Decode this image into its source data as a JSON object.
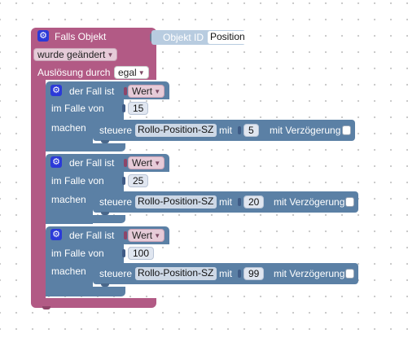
{
  "trigger": {
    "title": "Falls Objekt",
    "object_id_label": "Objekt ID",
    "object_id_value": "Position",
    "change_option": "wurde geändert",
    "trigger_label": "Auslösung durch",
    "trigger_option": "egal"
  },
  "cases": [
    {
      "header": "der Fall ist",
      "value_option": "Wert",
      "when_label": "im Falle von",
      "when_value": "15",
      "do_label": "machen",
      "action_label": "steuere",
      "target": "Rollo-Position-SZ",
      "with_label": "mit",
      "set_value": "5",
      "delay_label": "mit Verzögerung"
    },
    {
      "header": "der Fall ist",
      "value_option": "Wert",
      "when_label": "im Falle von",
      "when_value": "25",
      "do_label": "machen",
      "action_label": "steuere",
      "target": "Rollo-Position-SZ",
      "with_label": "mit",
      "set_value": "20",
      "delay_label": "mit Verzögerung"
    },
    {
      "header": "der Fall ist",
      "value_option": "Wert",
      "when_label": "im Falle von",
      "when_value": "100",
      "do_label": "machen",
      "action_label": "steuere",
      "target": "Rollo-Position-SZ",
      "with_label": "mit",
      "set_value": "99",
      "delay_label": "mit Verzögerung"
    }
  ],
  "icons": {
    "block_settings": "gear-icon",
    "dropdown": "triangle-down-icon"
  },
  "colors": {
    "event_block": "#b25a85",
    "logic_block": "#5b80a5",
    "value_block": "#b8cce0"
  }
}
